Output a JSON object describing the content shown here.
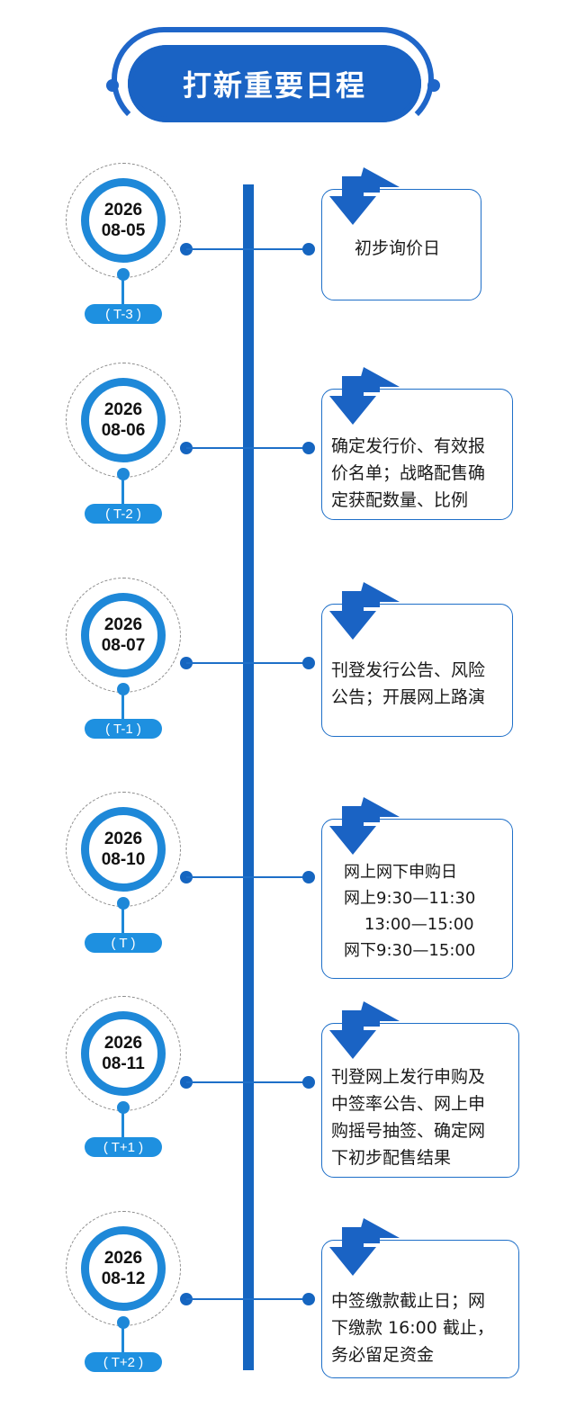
{
  "title": "打新重要日程",
  "colors": {
    "primary": "#1565c0",
    "accent": "#1e88d8",
    "pill": "#1e90e0"
  },
  "events": [
    {
      "year": "2026",
      "date": "08-05",
      "tag": "( T-3 )",
      "lines": [
        "初步询价日"
      ]
    },
    {
      "year": "2026",
      "date": "08-06",
      "tag": "( T-2 )",
      "lines": [
        "确定发行价、有效报",
        "价名单；战略配售确",
        "定获配数量、比例"
      ]
    },
    {
      "year": "2026",
      "date": "08-07",
      "tag": "( T-1 )",
      "lines": [
        "刊登发行公告、风险",
        "公告；开展网上路演"
      ]
    },
    {
      "year": "2026",
      "date": "08-10",
      "tag": "( T )",
      "lines": [
        "网上网下申购日",
        "网上9:30—11:30",
        "    13:00—15:00",
        "网下9:30—15:00"
      ]
    },
    {
      "year": "2026",
      "date": "08-11",
      "tag": "( T+1 )",
      "lines": [
        "刊登网上发行申购及",
        "中签率公告、网上申",
        "购摇号抽签、确定网",
        "下初步配售结果"
      ]
    },
    {
      "year": "2026",
      "date": "08-12",
      "tag": "( T+2 )",
      "lines": [
        "中签缴款截止日；网",
        "下缴款 16:00 截止，",
        "务必留足资金"
      ]
    }
  ]
}
